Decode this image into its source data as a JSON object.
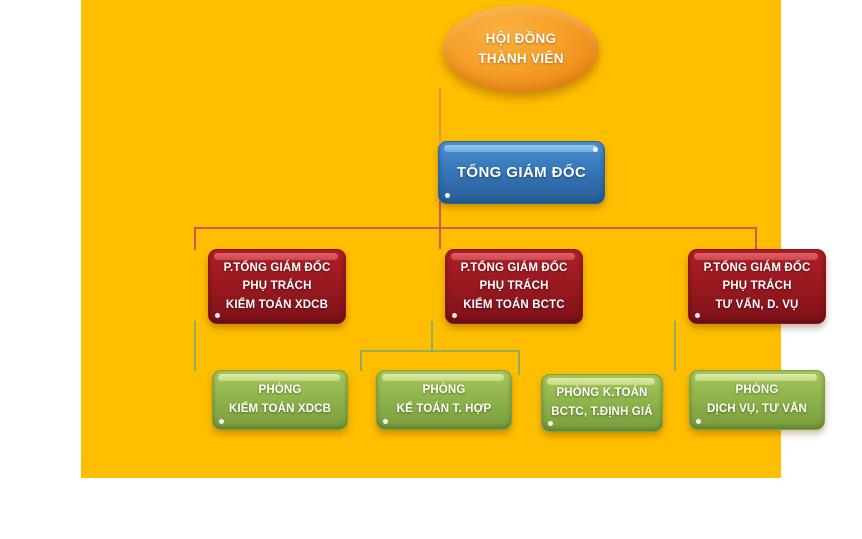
{
  "page": {
    "title": "Sơ đồ tổ chức",
    "background_color": "#ffbe00",
    "canvas_color": "#ffffff"
  },
  "colors": {
    "panel": "#ffbe00",
    "ellipse": "#f0981f",
    "blue_node": "#336ead",
    "red_node": "#9a1a22",
    "green_node": "#92b84d",
    "connector_orange": "#d99a4e",
    "connector_red": "#cf5a4e",
    "connector_green": "#8fae62",
    "node_text": "#ffffff"
  },
  "chart_data": {
    "type": "diagram",
    "subtype": "organization-chart",
    "orientation": "top-down",
    "levels": 4,
    "nodes": [
      {
        "id": "n0",
        "label": "HỘI ĐỒNG\nTHÀNH VIÊN",
        "shape": "ellipse",
        "color": "#f0981f",
        "level": 0,
        "parent": null
      },
      {
        "id": "n1",
        "label": "TỔNG GIÁM ĐỐC",
        "shape": "rounded-rect",
        "color": "#336ead",
        "level": 1,
        "parent": "n0"
      },
      {
        "id": "n2",
        "label": "P.TỔNG GIÁM ĐỐC\nPHỤ TRÁCH\nKIỂM  TOÁN XDCB",
        "shape": "rounded-rect",
        "color": "#9a1a22",
        "level": 2,
        "parent": "n1"
      },
      {
        "id": "n3",
        "label": "P.TỔNG GIÁM ĐỐC\nPHỤ TRÁCH\nKIỂM  TOÁN BCTC",
        "shape": "rounded-rect",
        "color": "#9a1a22",
        "level": 2,
        "parent": "n1"
      },
      {
        "id": "n4",
        "label": "P.TỔNG GIÁM ĐỐC\nPHỤ TRÁCH\nTƯ VẤN, D. VỤ",
        "shape": "rounded-rect",
        "color": "#9a1a22",
        "level": 2,
        "parent": "n1"
      },
      {
        "id": "n5",
        "label": "PHÒNG\nKIỂM  TOÁN XDCB",
        "shape": "rounded-rect",
        "color": "#92b84d",
        "level": 3,
        "parent": "n2"
      },
      {
        "id": "n6",
        "label": "PHÒNG\nKẾ TOÁN T. HỢP",
        "shape": "rounded-rect",
        "color": "#92b84d",
        "level": 3,
        "parent": "n3"
      },
      {
        "id": "n7",
        "label": "PHÒNG K.TOÁN\nBCTC, T.ĐỊNH  GIÁ",
        "shape": "rounded-rect",
        "color": "#92b84d",
        "level": 3,
        "parent": "n3"
      },
      {
        "id": "n8",
        "label": "PHÒNG\nDỊCH VỤ, TƯ VẤN",
        "shape": "rounded-rect",
        "color": "#92b84d",
        "level": 3,
        "parent": "n4"
      }
    ],
    "edges": [
      {
        "from": "n0",
        "to": "n1",
        "color": "#d99a4e"
      },
      {
        "from": "n1",
        "to": "n2",
        "color": "#cf5a4e"
      },
      {
        "from": "n1",
        "to": "n3",
        "color": "#cf5a4e"
      },
      {
        "from": "n1",
        "to": "n4",
        "color": "#cf5a4e"
      },
      {
        "from": "n2",
        "to": "n5",
        "color": "#8fae62"
      },
      {
        "from": "n3",
        "to": "n6",
        "color": "#8fae62"
      },
      {
        "from": "n3",
        "to": "n7",
        "color": "#8fae62"
      },
      {
        "from": "n4",
        "to": "n8",
        "color": "#8fae62"
      }
    ]
  },
  "board": {
    "root": {
      "line1": "HỘI ĐỒNG",
      "line2": "THÀNH VIÊN"
    },
    "ceo": {
      "line1": "TỔNG GIÁM ĐỐC"
    },
    "deputies": [
      {
        "line1": "P.TỔNG GIÁM ĐỐC",
        "line2": "PHỤ TRÁCH",
        "line3": "KIỂM  TOÁN XDCB"
      },
      {
        "line1": "P.TỔNG GIÁM ĐỐC",
        "line2": "PHỤ TRÁCH",
        "line3": "KIỂM  TOÁN BCTC"
      },
      {
        "line1": "P.TỔNG GIÁM ĐỐC",
        "line2": "PHỤ TRÁCH",
        "line3": "TƯ VẤN, D. VỤ"
      }
    ],
    "departments": [
      {
        "line1": "PHÒNG",
        "line2": "KIỂM  TOÁN XDCB"
      },
      {
        "line1": "PHÒNG",
        "line2": "KẾ TOÁN T. HỢP"
      },
      {
        "line1": "PHÒNG K.TOÁN",
        "line2": "BCTC, T.ĐỊNH  GIÁ"
      },
      {
        "line1": "PHÒNG",
        "line2": "DỊCH VỤ, TƯ VẤN"
      }
    ]
  }
}
